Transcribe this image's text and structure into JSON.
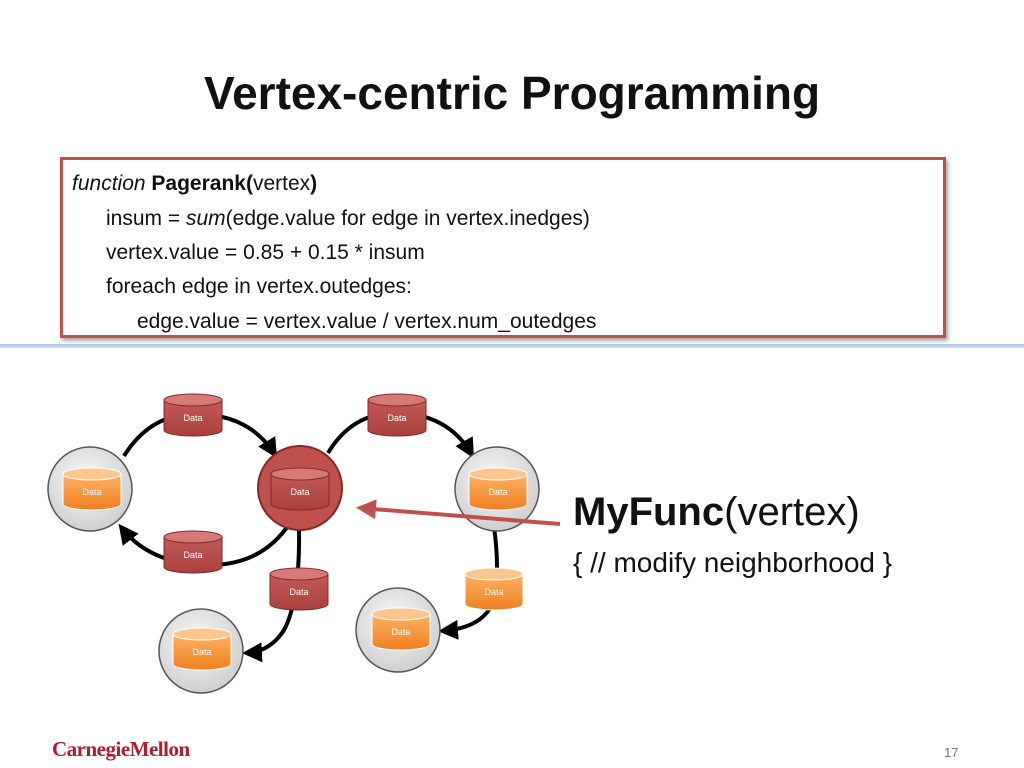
{
  "slide": {
    "title": "Vertex-centric Programming",
    "page_number": "17",
    "logo_text": "CarnegieMellon"
  },
  "code": {
    "line1": {
      "keyword": "function",
      "name": "Pagerank(",
      "arg": "vertex",
      "close": ")"
    },
    "line2": {
      "pre": "insum = ",
      "fn": "sum",
      "post": "(edge.value for edge in vertex.inedges)"
    },
    "line3": "vertex.value = 0.85 + 0.15 * insum",
    "line4": "foreach edge in vertex.outedges:",
    "line5": "edge.value = vertex.value / vertex.num_outedges"
  },
  "callout": {
    "func_name": "MyFunc",
    "func_args": "(vertex)",
    "comment": "{ // modify neighborhood }"
  },
  "diagram": {
    "data_label": "Data",
    "colors": {
      "edge_data_fill": "#c0504d",
      "vertex_data_fill": "#f79646",
      "center_vertex_fill": "#c0504d",
      "vertex_fill": "#d9d9d9",
      "arrow_red": "#c0504d"
    }
  }
}
